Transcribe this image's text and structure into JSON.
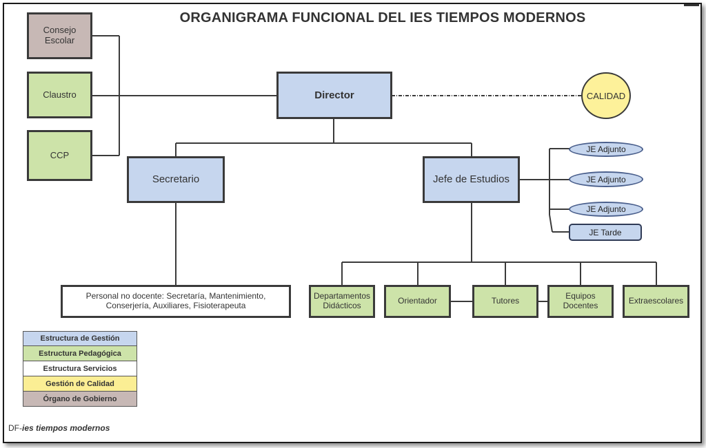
{
  "title": "ORGANIGRAMA FUNCIONAL DEL IES TIEMPOS MODERNOS",
  "nodes": {
    "consejo_escolar": "Consejo\nEscolar",
    "claustro": "Claustro",
    "ccp": "CCP",
    "director": "Director",
    "calidad": "CALIDAD",
    "secretario": "Secretario",
    "jefe_estudios": "Jefe de Estudios",
    "je_adjunto_1": "JE Adjunto",
    "je_adjunto_2": "JE Adjunto",
    "je_adjunto_3": "JE Adjunto",
    "je_tarde": "JE Tarde",
    "personal_no_docente": "Personal no docente: Secretaría, Mantenimiento,\nConserjería, Auxiliares, Fisioterapeuta",
    "departamentos": "Departamentos\nDidácticos",
    "orientador": "Orientador",
    "tutores": "Tutores",
    "equipos_docentes": "Equipos\nDocentes",
    "extraescolares": "Extraescolares"
  },
  "legend": [
    {
      "label": "Estructura de Gestión",
      "color": "#c6d6ee"
    },
    {
      "label": "Estructura Pedagógica",
      "color": "#cde3a9"
    },
    {
      "label": "Estructura Servicios",
      "color": "#ffffff"
    },
    {
      "label": "Gestión de Calidad",
      "color": "#fbee94"
    },
    {
      "label": "Órgano de Gobierno",
      "color": "#c7b8b5"
    }
  ],
  "footer": {
    "prefix": "DF-",
    "name": "ies tiempos modernos"
  }
}
